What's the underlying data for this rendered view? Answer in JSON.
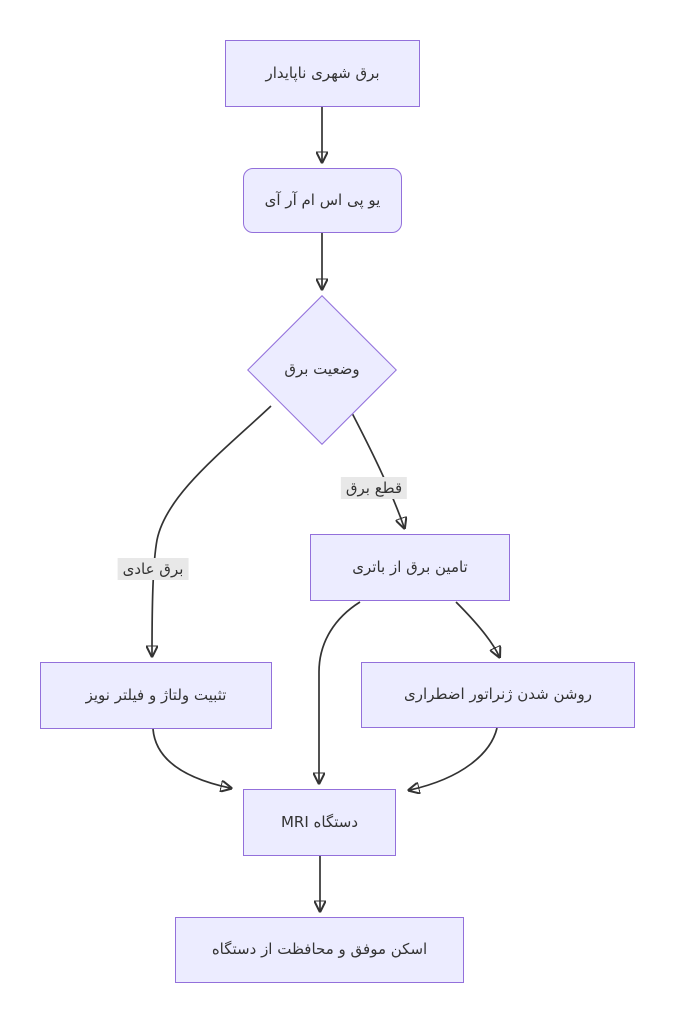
{
  "diagram": {
    "type": "flowchart",
    "direction": "top-down",
    "nodes": {
      "unstable_power": "برق شهری ناپایدار",
      "ups": "یو پی اس ام آر آی",
      "power_status": "وضعیت برق",
      "battery": "تامین برق از باتری",
      "stabilize": "تثبیت ولتاژ و فیلتر نویز",
      "generator": "روشن شدن ژنراتور اضطراری",
      "mri": "دستگاه MRI",
      "scan": "اسکن موفق و محافظت از دستگاه"
    },
    "edge_labels": {
      "outage": "قطع برق",
      "normal": "برق عادی"
    },
    "edges": [
      {
        "from": "unstable_power",
        "to": "ups",
        "label": ""
      },
      {
        "from": "ups",
        "to": "power_status",
        "label": ""
      },
      {
        "from": "power_status",
        "to": "stabilize",
        "label": "برق عادی"
      },
      {
        "from": "power_status",
        "to": "battery",
        "label": "قطع برق"
      },
      {
        "from": "battery",
        "to": "mri",
        "label": ""
      },
      {
        "from": "battery",
        "to": "generator",
        "label": ""
      },
      {
        "from": "stabilize",
        "to": "mri",
        "label": ""
      },
      {
        "from": "generator",
        "to": "mri",
        "label": ""
      },
      {
        "from": "mri",
        "to": "scan",
        "label": ""
      }
    ],
    "colors": {
      "node_fill": "#ECECFF",
      "node_border": "#9370DB",
      "edge": "#333333",
      "label_bg": "#e8e8e8",
      "text": "#333333",
      "background": "#ffffff"
    }
  }
}
